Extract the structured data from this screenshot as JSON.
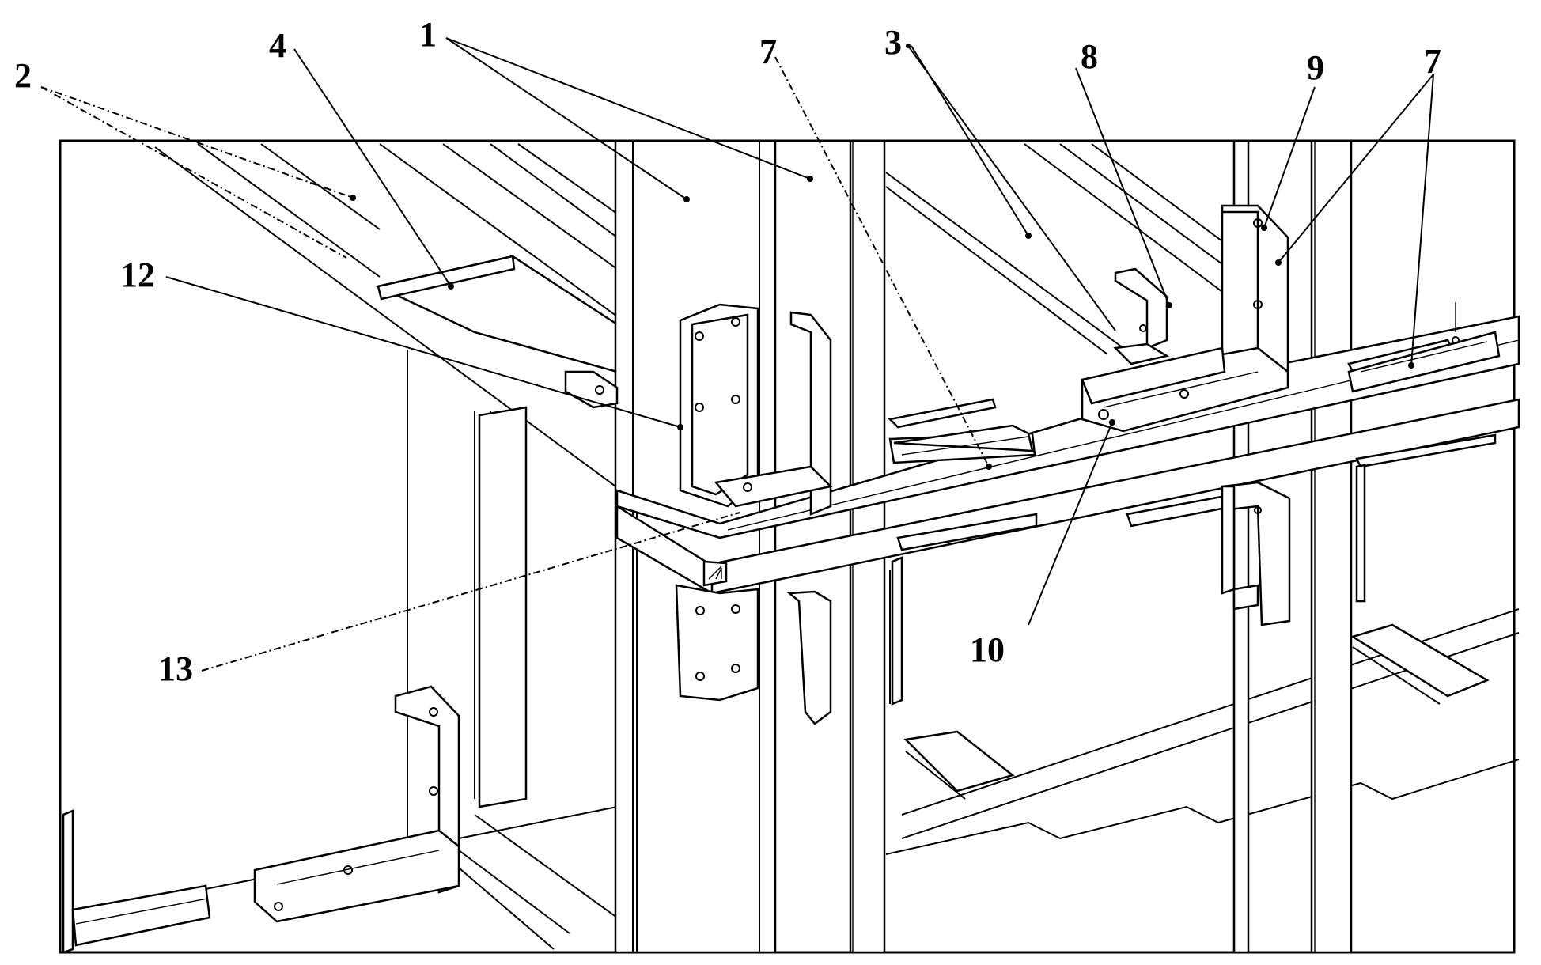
{
  "figure": {
    "callouts": [
      {
        "id": "c1",
        "text": "1"
      },
      {
        "id": "c2",
        "text": "2"
      },
      {
        "id": "c3",
        "text": "3"
      },
      {
        "id": "c4",
        "text": "4"
      },
      {
        "id": "c7a",
        "text": "7"
      },
      {
        "id": "c7b",
        "text": "7"
      },
      {
        "id": "c8",
        "text": "8"
      },
      {
        "id": "c9",
        "text": "9"
      },
      {
        "id": "c10",
        "text": "10"
      },
      {
        "id": "c12",
        "text": "12"
      },
      {
        "id": "c13",
        "text": "13"
      }
    ]
  }
}
